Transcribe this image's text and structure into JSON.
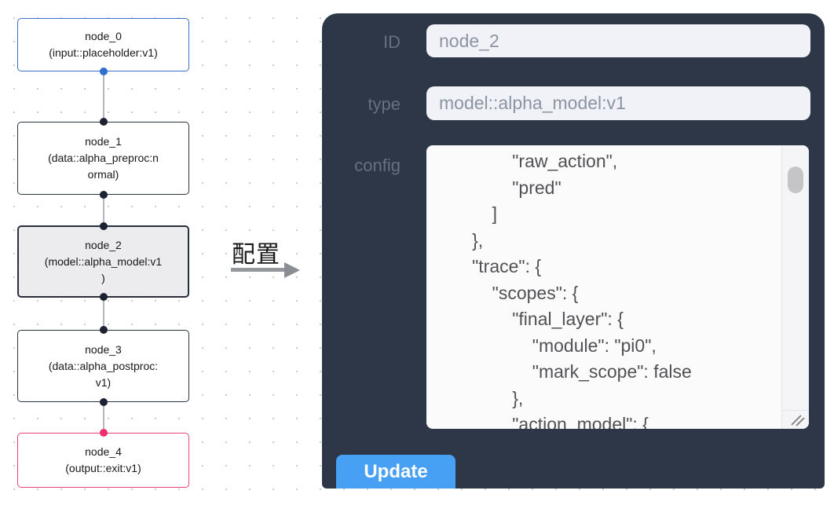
{
  "flow": {
    "nodes": [
      {
        "id": "node_0",
        "label": "node_0\n(input::placeholder:v1)",
        "kind": "input"
      },
      {
        "id": "node_1",
        "label": "node_1\n(data::alpha_preproc:n\normal)",
        "kind": "process"
      },
      {
        "id": "node_2",
        "label": "node_2\n(model::alpha_model:v1\n)",
        "kind": "model-selected"
      },
      {
        "id": "node_3",
        "label": "node_3\n(data::alpha_postproc:\nv1)",
        "kind": "process"
      },
      {
        "id": "node_4",
        "label": "node_4\n(output::exit:v1)",
        "kind": "output"
      }
    ],
    "annotation": {
      "label": "配置"
    }
  },
  "panel": {
    "fields": [
      {
        "label": "ID",
        "value": "node_2"
      },
      {
        "label": "type",
        "value": "model::alpha_model:v1"
      },
      {
        "label": "config",
        "value": "                \"raw_action\",\n                \"pred\"\n            ]\n        },\n        \"trace\": {\n            \"scopes\": {\n                \"final_layer\": {\n                    \"module\": \"pi0\",\n                    \"mark_scope\": false\n                },\n                \"action_model\": {"
      }
    ],
    "update_label": "Update"
  },
  "colors": {
    "panel_bg": "#2d3748",
    "button_blue": "#47a0f4",
    "input_node_border": "#3a70c8",
    "output_node_border": "#e9437c",
    "selected_node_fill": "#ececee",
    "default_node_border": "#2e3340",
    "port_dark": "#1c2231",
    "port_blue": "#2e6fd0",
    "port_pink": "#ef2f70",
    "field_bg": "#f1f2f7",
    "field_text": "#8c94a2",
    "label_text": "#67707f"
  }
}
